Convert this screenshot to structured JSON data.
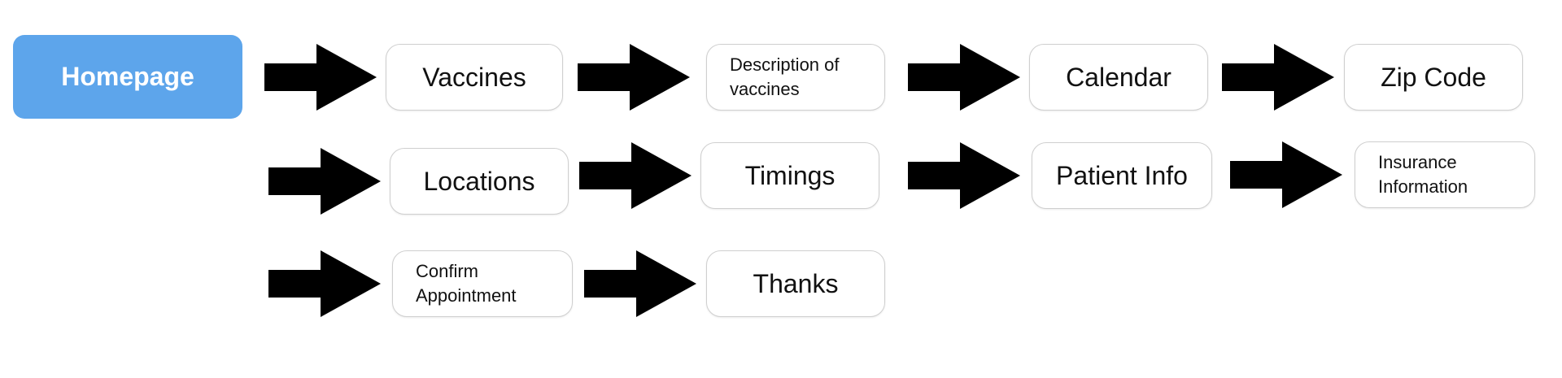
{
  "flow": {
    "start": {
      "label": "Homepage"
    },
    "row1": [
      {
        "label": "Vaccines"
      },
      {
        "label_lines": [
          "Description of",
          "vaccines"
        ]
      },
      {
        "label": "Calendar"
      },
      {
        "label": "Zip Code"
      }
    ],
    "row2": [
      {
        "label": "Locations"
      },
      {
        "label": "Timings"
      },
      {
        "label": "Patient Info"
      },
      {
        "label_lines": [
          "Insurance",
          "Information"
        ]
      }
    ],
    "row3": [
      {
        "label_lines": [
          "Confirm",
          "Appointment"
        ]
      },
      {
        "label": "Thanks"
      }
    ]
  },
  "colors": {
    "start_fill": "#5da5eb",
    "arrow_fill": "#000000",
    "node_border": "#cfcfcf"
  }
}
